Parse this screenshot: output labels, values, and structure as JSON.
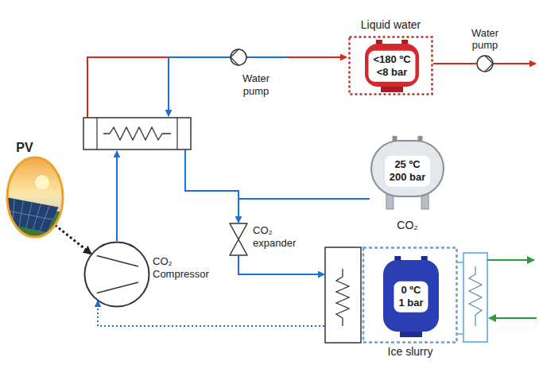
{
  "diagram": {
    "nodes": [
      {
        "text": [
          "Liquid water"
        ]
      },
      {
        "text": [
          "<180 ºC",
          "<8 bar"
        ],
        "in": 0
      },
      {
        "text": [
          "Water pump"
        ]
      },
      {
        "text": [
          "Water pump"
        ]
      },
      {
        "text": [
          "PV"
        ]
      },
      {
        "text": [
          "25 ºC",
          "200 bar",
          "CO₂"
        ]
      },
      {
        "text": [
          "CO₂ expander"
        ]
      },
      {
        "text": [
          "CO₂ Compressor"
        ]
      },
      {
        "text": [
          "Ice slurry"
        ]
      },
      {
        "text": [
          "0 ºC",
          "1 bar"
        ],
        "in": 8
      }
    ],
    "edges": [
      {
        "from": 0,
        "to": 2,
        "arrow": "none"
      },
      {
        "from": 5,
        "to": 6,
        "arrow": "to"
      },
      {
        "from": 6,
        "to": 8,
        "arrow": "to"
      },
      {
        "from": 8,
        "to": 7,
        "arrow": "to"
      },
      {
        "from": 4,
        "to": 7,
        "arrow": "to"
      }
    ]
  }
}
